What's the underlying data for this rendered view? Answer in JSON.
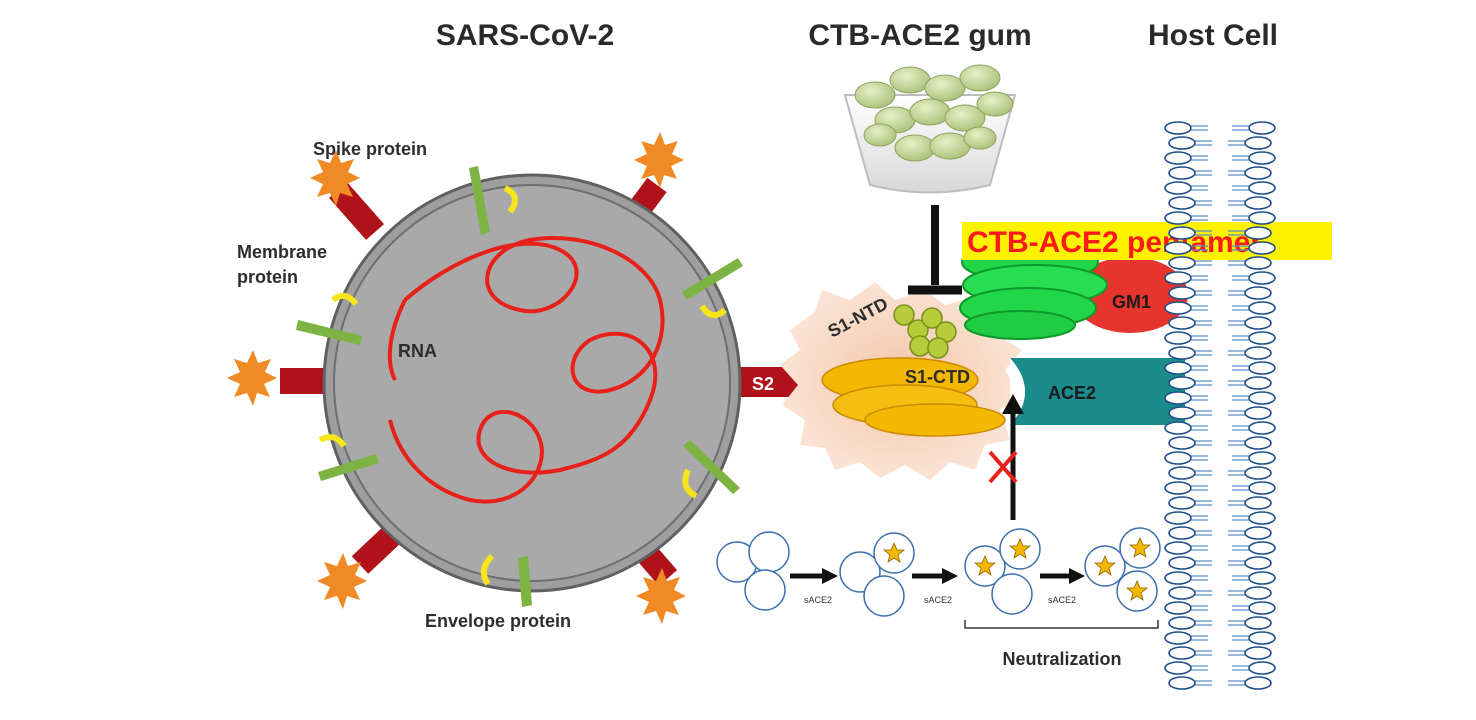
{
  "headers": {
    "virus": "SARS-CoV-2",
    "gum": "CTB-ACE2 gum",
    "host": "Host Cell"
  },
  "labels": {
    "spike_protein": "Spike protein",
    "membrane_protein_line1": "Membrane",
    "membrane_protein_line2": "protein",
    "rna": "RNA",
    "envelope_protein": "Envelope protein",
    "s2": "S2",
    "s1_ntd": "S1-NTD",
    "s1_ctd": "S1-CTD",
    "ace2": "ACE2",
    "pentamer": "CTB-ACE2 pentamer",
    "gm1": "GM1",
    "neutralization": "Neutralization",
    "sace2_1": "sACE2",
    "sace2_2": "sACE2",
    "sace2_3": "sACE2"
  },
  "colors": {
    "virus_body": "#a9a9a9",
    "rna": "#e8201a",
    "spike_stalk": "#b0121a",
    "spike_head": "#f08a24",
    "membrane_protein": "#7cb342",
    "envelope_protein": "#f5e51a",
    "ace2": "#1a8c8c",
    "pentamer": "#22d64a",
    "gm1": "#e8342e",
    "pentamer_label": "#ff1a1a",
    "pentamer_highlight": "#fff200",
    "s1_ctd": "#f5b800",
    "s1_ntd": "#b6cc3a",
    "host_membrane": "#5a8fc8"
  }
}
